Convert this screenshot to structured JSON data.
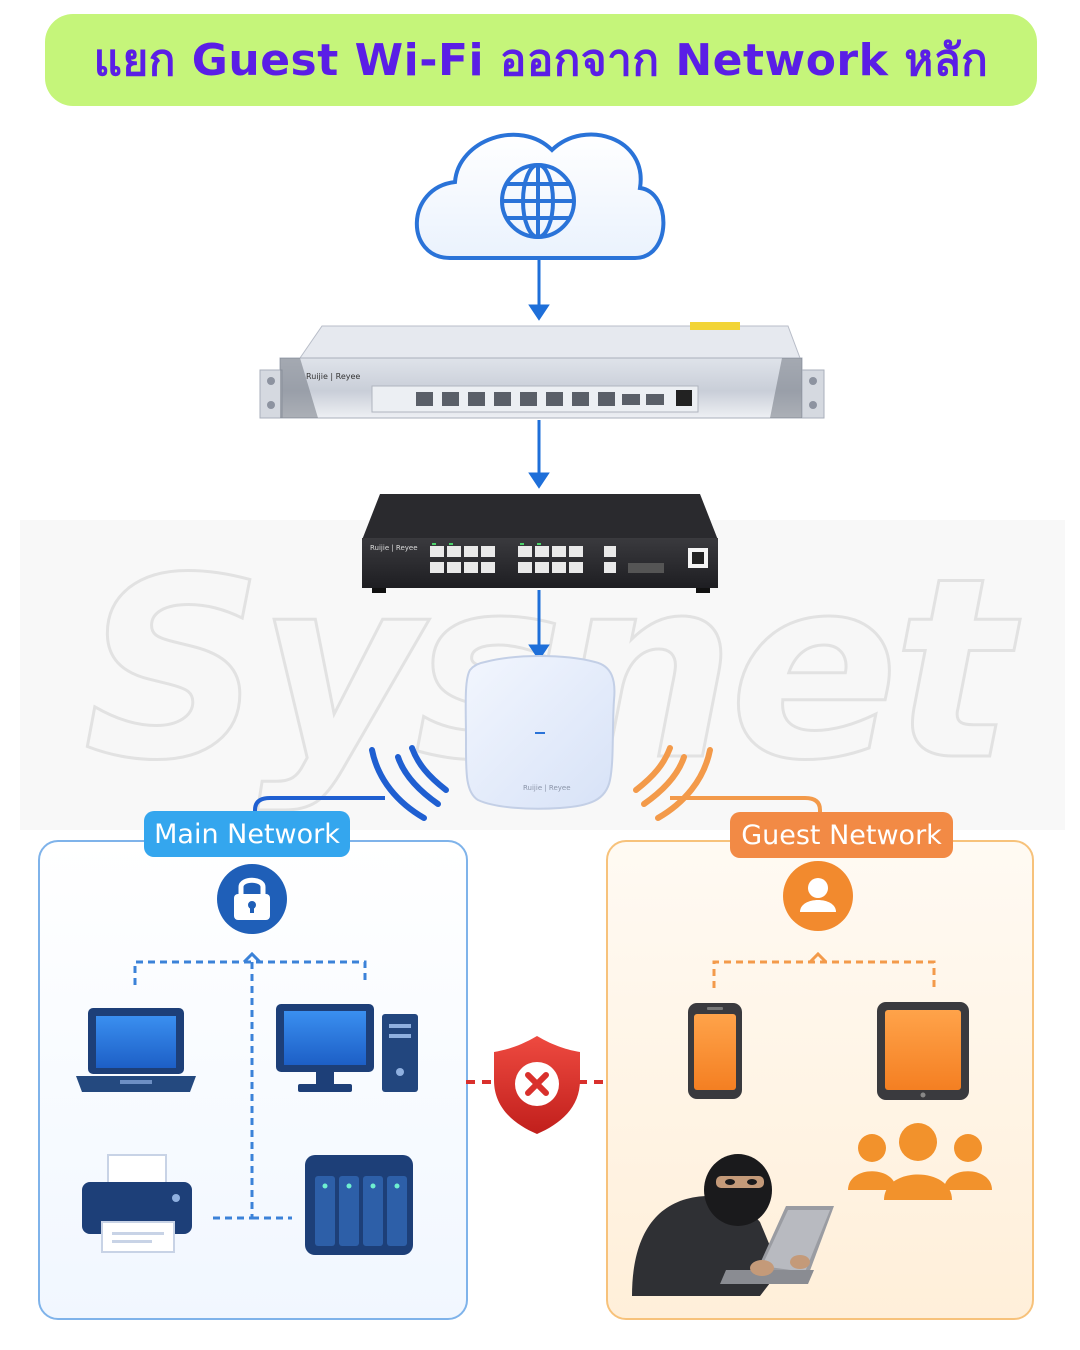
{
  "title": "แยก Guest Wi-Fi ออกจาก Network หลัก",
  "watermark": "Sysnet",
  "devices": {
    "router_brand": "Ruijie | Reyee",
    "switch_brand": "Ruijie | Reyee",
    "ap_brand": "Ruijie | Reyee"
  },
  "main_network": {
    "label": "Main Network",
    "icon": "lock-icon",
    "devices": [
      "laptop-icon",
      "desktop-computer-icon",
      "printer-icon",
      "nas-storage-icon"
    ]
  },
  "guest_network": {
    "label": "Guest Network",
    "icon": "user-icon",
    "devices": [
      "smartphone-icon",
      "tablet-icon",
      "user-group-icon",
      "hacker-figure"
    ]
  },
  "block_icon": "shield-block-icon",
  "colors": {
    "title_bg": "#c5f57a",
    "title_text": "#5a1ee6",
    "main_accent": "#34a6ee",
    "main_icon": "#1f5fb8",
    "guest_accent": "#f28a45",
    "block_red": "#d9302c",
    "link_blue": "#1e6fd9"
  }
}
